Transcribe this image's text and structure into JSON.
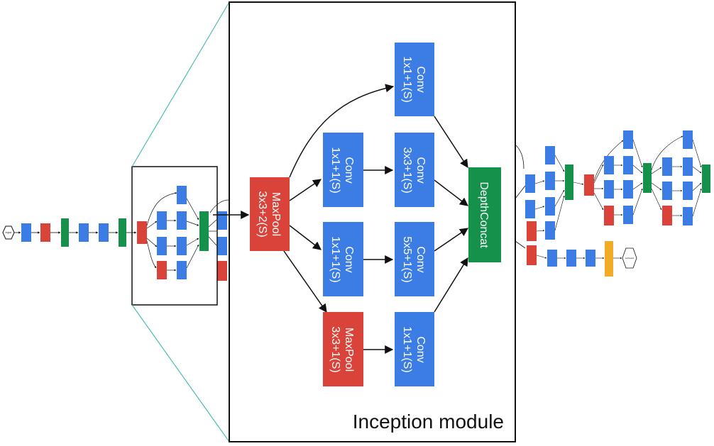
{
  "colors": {
    "conv": "#3b7de4",
    "pool": "#d9433a",
    "concat": "#15914c",
    "softmax": "#f2ab27",
    "zoom_lines": "#4fbdb0",
    "edge": "#111111"
  },
  "inception_module": {
    "caption": "Inception module",
    "maxpool_in": {
      "line1": "MaxPool",
      "line2": "3x3+2(S)"
    },
    "conv_top": {
      "line1": "Conv",
      "line2": "1x1+1(S)"
    },
    "conv_reduce_a": {
      "line1": "Conv",
      "line2": "1x1+1(S)"
    },
    "conv_3x3": {
      "line1": "Conv",
      "line2": "3x3+1(S)"
    },
    "conv_reduce_b": {
      "line1": "Conv",
      "line2": "1x1+1(S)"
    },
    "conv_5x5": {
      "line1": "Conv",
      "line2": "5x5+1(S)"
    },
    "maxpool_branch": {
      "line1": "MaxPool",
      "line2": "3x3+1(S)"
    },
    "conv_proj": {
      "line1": "Conv",
      "line2": "1x1+1(S)"
    },
    "depthconcat": {
      "label": "DepthConcat"
    }
  },
  "network_overview": {
    "input_label": "input",
    "output_label": "softmax2"
  }
}
